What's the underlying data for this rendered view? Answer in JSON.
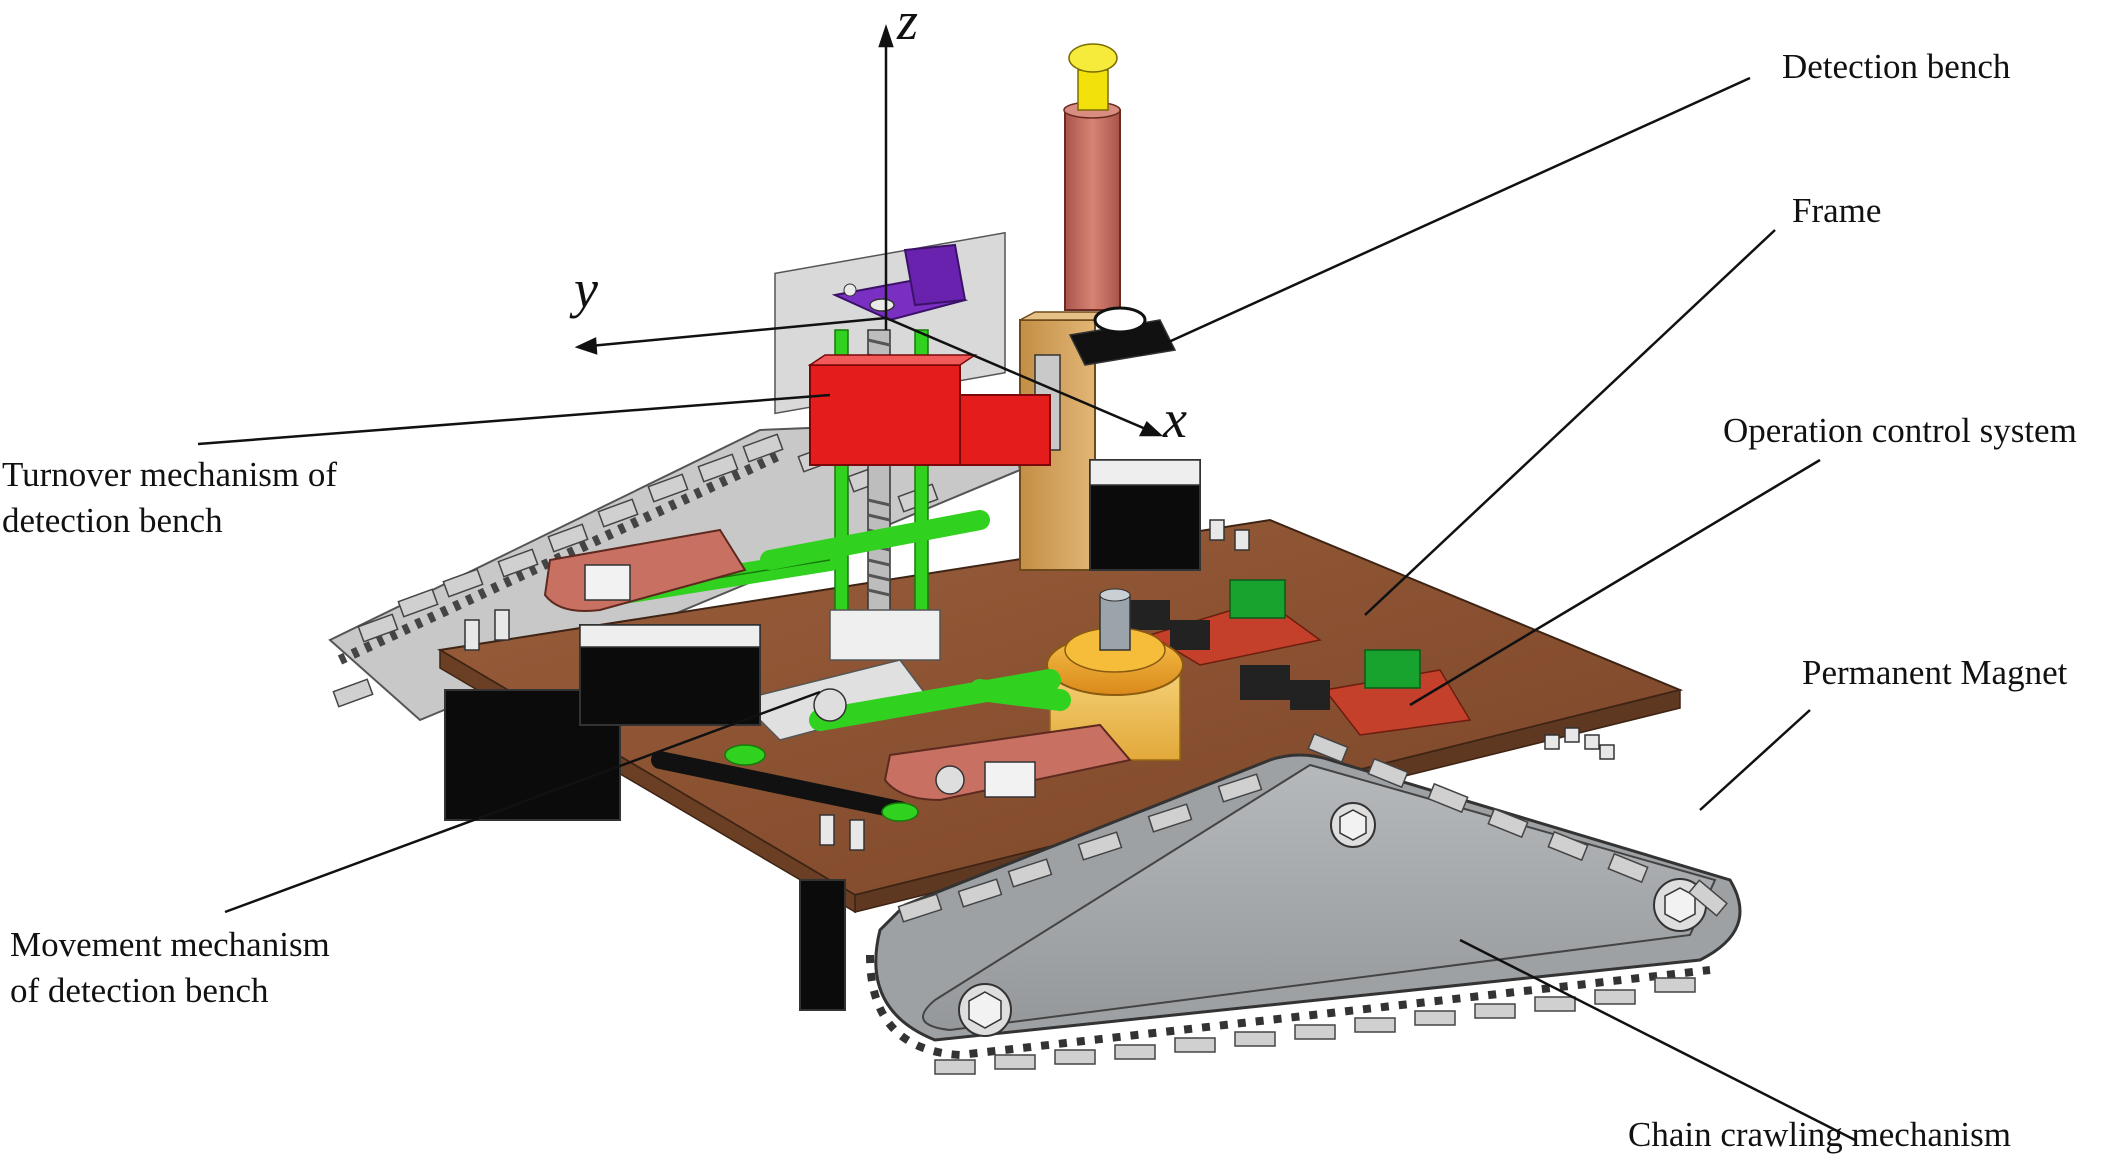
{
  "axes": {
    "z": "z",
    "y": "y",
    "x": "x"
  },
  "labels": {
    "detection_bench": "Detection bench",
    "frame": "Frame",
    "operation_control_system": "Operation control system",
    "permanent_magnet": "Permanent Magnet",
    "chain_crawling_mechanism": "Chain crawling mechanism",
    "turnover_line1": "Turnover mechanism of",
    "turnover_line2": "detection bench",
    "movement_line1": "Movement mechanism",
    "movement_line2": "of detection bench"
  },
  "colors": {
    "plate": "#8a5233",
    "plate_dark": "#5e3820",
    "track_plate": "#c9c9c9",
    "side_panel": "#a7aaad",
    "motor": "#0b0b0b",
    "red_block": "#e51c1c",
    "purple_bracket": "#7a2fc2",
    "green_rod": "#31d11f",
    "tower_tan": "#d4a35c",
    "pink_rod": "#c66a5c",
    "yellow_cap": "#f2e10a",
    "pink_link": "#c87062",
    "gear_orange": "#f2a91c",
    "pcb_red": "#c4402a",
    "component_green": "#17a32d"
  }
}
